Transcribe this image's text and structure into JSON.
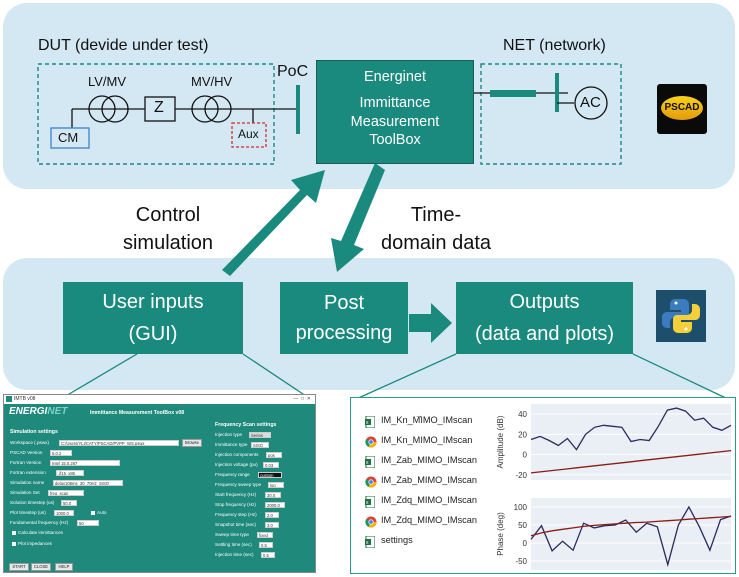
{
  "dut_title": "DUT (devide under test)",
  "net_title": "NET (network)",
  "poc_label": "PoC",
  "cm_label": "CM",
  "lvmv_label": "LV/MV",
  "mvhv_label": "MV/HV",
  "z_label": "Z",
  "aux_label": "Aux",
  "ac_label": "AC",
  "toolbox": {
    "line1": "Energinet",
    "line2": "Immittance",
    "line3": "Measurement",
    "line4": "ToolBox"
  },
  "pscad_label": "PSCAD",
  "control_sim": {
    "line1": "Control",
    "line2": "simulation"
  },
  "time_domain": {
    "line1": "Time-",
    "line2": "domain data"
  },
  "user_inputs": {
    "line1": "User inputs",
    "line2": "(GUI)"
  },
  "post": {
    "line1": "Post",
    "line2": "processing"
  },
  "outputs": {
    "line1": "Outputs",
    "line2": "(data and plots)"
  },
  "gui": {
    "window_title": "IMTB v08",
    "logo_a": "ENERGI",
    "logo_b": "NET",
    "app_title": "Immittance Measurement ToolBox v08",
    "sim_header": "Simulation settings",
    "workspace_label": "Workspace (.pswx)",
    "workspace_value": "C:/Users/YLI/CATY/PSCAD/PVPP_WS.pswx",
    "browse": "Browse",
    "pscad_version_label": "PSCAD Version",
    "pscad_version_value": "5.0.2",
    "fortran_version_label": "Fortran Version",
    "fortran_version_value": "Intel 15.0.267",
    "fortran_ext_label": "Fortran extension",
    "fortran_ext_value": ".if15_x86",
    "sim_name_label": "Simulation name",
    "sim_name_value": "delay108ms_30_70Hz_SISO",
    "sim_set_label": "Simulation Set",
    "sim_set_value": "freq_scan",
    "sol_ts_label": "Solution timestep (us)",
    "sol_ts_value": "50.0",
    "plot_ts_label": "Plot timestep (us)",
    "plot_ts_value": "1000.0",
    "auto_label": "Auto",
    "fund_freq_label": "Fundamental frequency (Hz)",
    "fund_freq_value": "50",
    "calc_imm": "Calculate immittances",
    "plot_imp": "Plot impedances",
    "start": "START",
    "close": "CLOSE",
    "help": "HELP",
    "fs_header": "Frequency Scan settings",
    "inj_type_label": "Injection type",
    "inj_type_value": "Series",
    "imm_type_label": "Immittance type",
    "imm_type_value": "SISO",
    "inj_comp_label": "Injection components",
    "inj_comp_value": "pos",
    "inj_volt_label": "Injection voltage (pu)",
    "inj_volt_value": "0.03",
    "freq_range_label": "Frequency range",
    "freq_range_value": "custom",
    "sweep_type_label": "Frequency sweep type",
    "sweep_type_value": "log",
    "start_freq_label": "Start frequency (Hz)",
    "start_freq_value": "30.0",
    "stop_freq_label": "Stop frequency (Hz)",
    "stop_freq_value": "2000.0",
    "freq_step_label": "Frequency step (Hz)",
    "freq_step_value": "2.0",
    "snapshot_label": "Snapshot time (sec)",
    "snapshot_value": "3.0",
    "sweep_time_label": "Sweep time type",
    "sweep_time_value": "fixed",
    "settling_label": "Settling time (sec)",
    "settling_value": "0.5",
    "injection_time_label": "Injection time (sec)",
    "injection_time_value": "0.5"
  },
  "files": [
    {
      "name": "IM_Kn_MIMO_IMscan",
      "icon": "excel-icon"
    },
    {
      "name": "IM_Kn_MIMO_IMscan",
      "icon": "chrome-icon"
    },
    {
      "name": "IM_Zab_MIMO_IMscan",
      "icon": "excel-icon"
    },
    {
      "name": "IM_Zab_MIMO_IMscan",
      "icon": "chrome-icon"
    },
    {
      "name": "IM_Zdq_MIMO_IMscan",
      "icon": "excel-icon"
    },
    {
      "name": "IM_Zdq_MIMO_IMscan",
      "icon": "chrome-icon"
    },
    {
      "name": "settings",
      "icon": "excel-icon"
    }
  ],
  "colors": {
    "teal": "#1b8a7e",
    "panel": "#d4e8f4",
    "series_blue": "#2d2a5e",
    "series_red": "#8c1c14"
  },
  "chart_data": [
    {
      "type": "line",
      "ylabel": "Amplitude (dB)",
      "ylim": [
        -25,
        50
      ],
      "yticks": [
        -20,
        0,
        20,
        40
      ],
      "series": [
        {
          "values": [
            15,
            18,
            14,
            9,
            16,
            5,
            20,
            27,
            29,
            28,
            27,
            13,
            15,
            14,
            28,
            44,
            46,
            43,
            34,
            36,
            27,
            24,
            29
          ]
        },
        {
          "values": [
            -18,
            -17,
            -16,
            -15,
            -14,
            -13,
            -12,
            -11,
            -10,
            -9,
            -8,
            -7,
            -6,
            -5,
            -4,
            -3,
            -2,
            -1,
            0,
            1,
            2,
            3,
            4
          ]
        }
      ]
    },
    {
      "type": "line",
      "ylabel": "Phase (deg)",
      "ylim": [
        -75,
        125
      ],
      "yticks": [
        -50,
        0,
        50,
        100
      ],
      "series": [
        {
          "values": [
            10,
            48,
            -22,
            5,
            -20,
            55,
            42,
            48,
            50,
            64,
            30,
            55,
            45,
            -60,
            50,
            100,
            45,
            -20,
            65,
            75
          ]
        },
        {
          "values": [
            20,
            28,
            34,
            38,
            42,
            46,
            49,
            51,
            53,
            55,
            57,
            58,
            60,
            62,
            64,
            66,
            68,
            70,
            72,
            74
          ]
        }
      ]
    }
  ]
}
